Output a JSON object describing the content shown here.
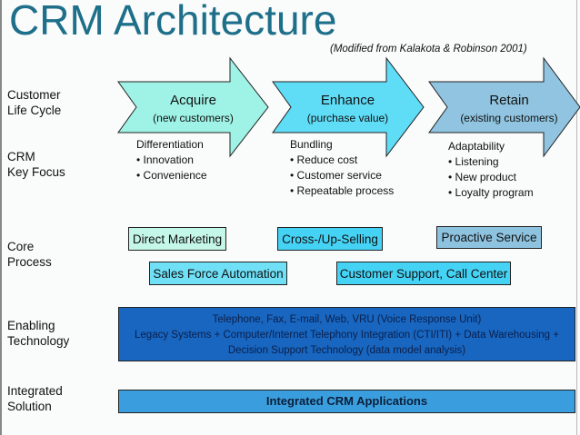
{
  "citation": "(Modified from Kalakota & Robinson 2001)",
  "title": "CRM Architecture",
  "row_labels": {
    "lifecycle": [
      "Customer",
      "Life Cycle"
    ],
    "key_focus": [
      "CRM",
      "Key Focus"
    ],
    "core_process": [
      "Core",
      "Process"
    ],
    "enabling": [
      "Enabling",
      "Technology"
    ],
    "integrated": [
      "Integrated",
      "Solution"
    ]
  },
  "stages": [
    {
      "title": "Acquire",
      "subtitle": "(new customers)",
      "color": "#9ff3e6",
      "focus_head": "Differentiation",
      "focus_items": [
        "• Innovation",
        "• Convenience"
      ]
    },
    {
      "title": "Enhance",
      "subtitle": "(purchase value)",
      "color": "#5fdcf6",
      "focus_head": "Bundling",
      "focus_items": [
        "• Reduce cost",
        "• Customer service",
        "• Repeatable process"
      ]
    },
    {
      "title": "Retain",
      "subtitle": "(existing customers)",
      "color": "#90c4e0",
      "focus_head": "Adaptability",
      "focus_items": [
        "• Listening",
        "• New product",
        "• Loyalty program"
      ]
    }
  ],
  "core_processes": [
    {
      "label": "Direct Marketing",
      "color": "#c4f7e7"
    },
    {
      "label": "Cross-/Up-Selling",
      "color": "#45d3f5"
    },
    {
      "label": "Proactive Service",
      "color": "#8ec3e0"
    },
    {
      "label": "Sales Force Automation",
      "color": "#6fe0f6"
    },
    {
      "label": "Customer Support, Call Center",
      "color": "#45d3f5"
    }
  ],
  "enabling_technology": {
    "lines": [
      "Telephone, Fax, E-mail, Web, VRU (Voice Response Unit)",
      "Legacy Systems + Computer/Internet Telephony Integration (CTI/ITI) + Data Warehousing +",
      "Decision Support Technology (data model analysis)"
    ],
    "color": "#1866c0"
  },
  "integrated_solution": {
    "label": "Integrated CRM Applications",
    "color": "#3a9ede"
  }
}
